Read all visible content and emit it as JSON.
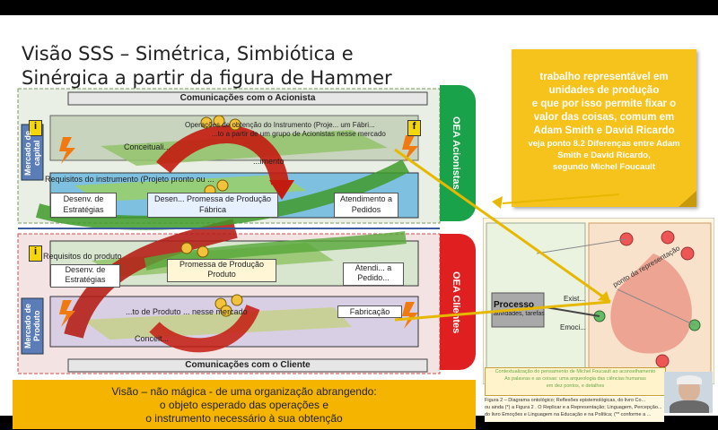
{
  "title": {
    "line1": "Visão SSS – Simétrica, Simbiótica e",
    "line2": "Sinérgica a partir da figura de Hammer"
  },
  "diagram": {
    "top_bar": "Comunicações com o Acionista",
    "bottom_bar": "Comunicações com o Cliente",
    "oea_top": "OEA Acionistas",
    "oea_bottom": "OEA Clientes",
    "top_market": "Mercado de capital",
    "bottom_market": "Mercado de Produto",
    "top_row1": "Operações de obtenção do Instrumento (Proje... um Fábri...",
    "top_row1b": "...to a partir de um grupo de Acionistas nesse mercado",
    "top_conc": "Conceituali...",
    "top_ment": "...imento",
    "top_req": "Requisitos do instrumento (Projeto pronto ou ...",
    "top_dev": "Desenv. de Estratégias",
    "top_fab": "Desen... Promessa de Produção Fábrica",
    "top_aten": "Atendimento a Pedidos",
    "bot_req": "Requisitos do produto",
    "bot_dev": "Desenv. de Estratégias",
    "bot_prod": "Promessa de Produção Produto",
    "bot_aten": "Atendi... a Pedido...",
    "bot_row": "...to de Produto ... nesse mercado",
    "bot_fab": "Fabricação",
    "bot_conc": "Conceit...",
    "marker_i": "i",
    "marker_f": "f"
  },
  "note": {
    "l1": "trabalho representável em",
    "l2": "unidades de produção",
    "l3": "e que por isso permite fixar o",
    "l4": "valor das coisas, comum em",
    "l5": "Adam Smith e David Ricardo",
    "l6": "veja ponto 8.2 Diferenças entre Adam",
    "l7": "Smith e David Ricardo,",
    "l8": "segundo Michel Foucault"
  },
  "vision": {
    "l1": "Visão – não mágica - de uma organização abrangendo:",
    "l2": "o objeto esperado das operações e",
    "l3": "o instrumento necessário à sua obtenção"
  },
  "figure": {
    "processo": "Processo",
    "processo_sub": "atividades, tarefas",
    "caption1": "Contextualização do pensamento de Michel Foucault ao aconselhamento",
    "caption2": "As palavras e as coisas: uma arqueologia das ciências humanas",
    "caption3": "em dez pontos, e detalhes",
    "caption4": "Figura 2 – Diagrama ontológico; Reflexões epistemológicas, do livro Co...",
    "caption5": "ou ainda (*) a Figura 2 . O Replicar e a Representação; Linguagem, Percepção...",
    "caption6": "do livro Emoções e Linguagem na Educação e na Política; (** conforme a ...",
    "label_ponto": "ponto da representação",
    "label_exist": "Exist...",
    "label_emoc": "Emoci..."
  },
  "colors": {
    "accent_orange": "#f5b400",
    "note_yellow": "#f6c21c",
    "oea_green": "#1aa24a",
    "oea_red": "#e02020"
  }
}
